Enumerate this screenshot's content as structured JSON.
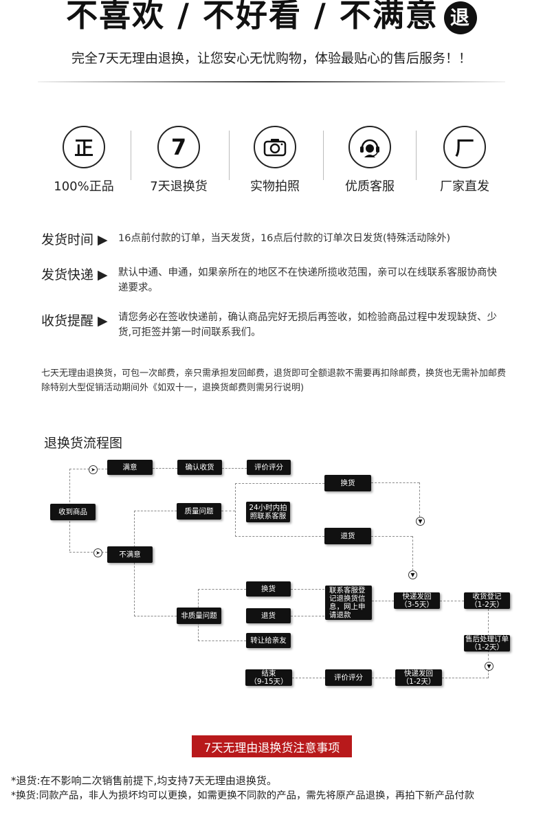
{
  "header": {
    "title": "不喜欢 / 不好看 / 不满意",
    "badge": "退",
    "subtitle": "完全7天无理由退换，让您安心无忧购物，体验最贴心的售后服务！！"
  },
  "features": [
    {
      "icon_text": "正",
      "icon": "zheng-icon",
      "label": "100%正品"
    },
    {
      "icon_text": "7",
      "icon": "seven-icon",
      "label": "7天退换货"
    },
    {
      "icon_text": "",
      "icon": "camera-icon",
      "label": "实物拍照"
    },
    {
      "icon_text": "",
      "icon": "headset-icon",
      "label": "优质客服"
    },
    {
      "icon_text": "厂",
      "icon": "factory-icon",
      "label": "厂家直发"
    }
  ],
  "info": [
    {
      "head": "发货时间",
      "text": "16点前付款的订单，当天发货，16点后付款的订单次日发货(特殊活动除外)"
    },
    {
      "head": "发货快递",
      "text": "默认中通、申通，如果亲所在的地区不在快递所揽收范围，亲可以在线联系客服协商快递要求。"
    },
    {
      "head": "收货提醒",
      "text": "请您务必在签收快递前，确认商品完好无损后再签收，如检验商品过程中发现缺货、少货,可拒签并第一时间联系我们。"
    }
  ],
  "policy": "七天无理由退换货，可包一次邮费，亲只需承担发回邮费，退货即可全额退款不需要再扣除邮费，换货也无需补加邮费除特别大型促销活动期间外《如双十一，退换货邮费则需另行说明)",
  "flow": {
    "title": "退换货流程图",
    "nodes": {
      "received": "收到商品",
      "satisfied": "满意",
      "confirm": "确认收货",
      "review1": "评价评分",
      "unsatisfied": "不满意",
      "quality": "质量问题",
      "photo24": "24小时内拍\n照联系客服",
      "exchange1": "换货",
      "return1": "退货",
      "nonquality": "非质量问题",
      "exchange2": "换货",
      "return2": "退货",
      "transfer": "转让给亲友",
      "contact": "联系客服登\n记退换货信\n息，网上申\n请退款",
      "ship1": "快递发回\n（3-5天）",
      "receive_reg": "收货登记\n（1-2天）",
      "after_sale": "售后处理订单\n（1-2天）",
      "end": "结束\n（9-15天）",
      "review2": "评价评分",
      "ship2": "快递发回\n（1-2天）"
    }
  },
  "notice": {
    "title": "7天无理由退换货注意事项",
    "lines": [
      "*退货:在不影响二次销售前提下,均支持7天无理由退换货。",
      "*换货:同款产品，非人为损坏均可以更换，如需更换不同款的产品，需先将原产品退换，再拍下新产品付款"
    ]
  }
}
